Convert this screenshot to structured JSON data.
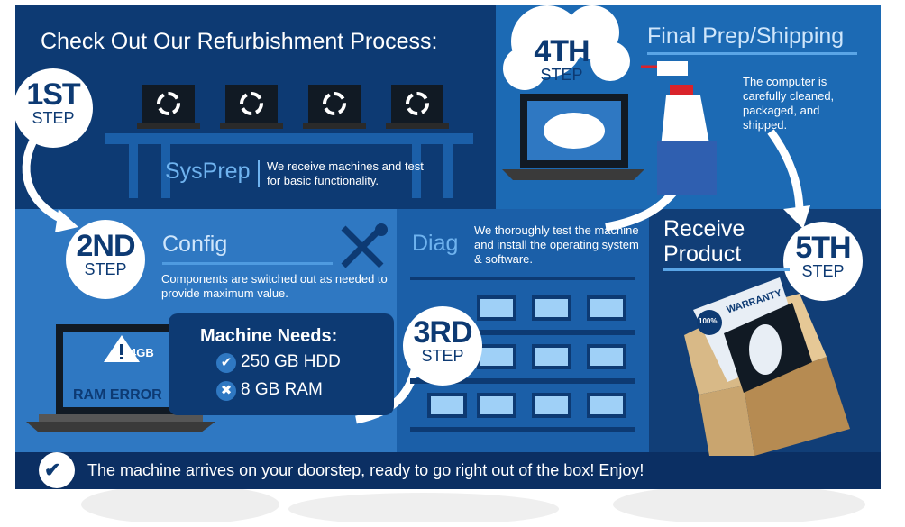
{
  "title": "Check Out Our Refurbishment Process:",
  "colors": {
    "navy": "#0d3a73",
    "blue": "#2f78c2",
    "mid": "#1b5fa8",
    "accent": "#1c6ab4",
    "text": "#ffffff"
  },
  "steps": {
    "s1": {
      "num": "1ST",
      "label": "STEP",
      "heading": "SysPrep",
      "desc": "We receive machines and test for basic functionality."
    },
    "s2": {
      "num": "2ND",
      "label": "STEP",
      "heading": "Config",
      "desc": "Components are switched out as needed to provide maximum value."
    },
    "s3": {
      "num": "3RD",
      "label": "STEP",
      "heading": "Diag",
      "desc": "We thoroughly test the machine and install the operating system & software."
    },
    "s4": {
      "num": "4TH",
      "label": "STEP",
      "heading": "Final Prep/Shipping",
      "desc": "The computer is carefully cleaned, packaged, and shipped."
    },
    "s5": {
      "num": "5TH",
      "label": "STEP",
      "heading_line1": "Receive",
      "heading_line2": "Product"
    }
  },
  "ram_error": {
    "capacity": "4GB",
    "label": "RAM ERROR"
  },
  "machine_needs": {
    "title": "Machine Needs:",
    "items": [
      {
        "label": "250 GB HDD",
        "icon": "check-icon"
      },
      {
        "label": "8 GB RAM",
        "icon": "x-icon"
      }
    ]
  },
  "warranty": {
    "label": "WARRANTY",
    "seal": "100%"
  },
  "footer": {
    "text": "The machine arrives on your doorstep, ready to go right out of the box! Enjoy!",
    "icon": "check-icon"
  }
}
